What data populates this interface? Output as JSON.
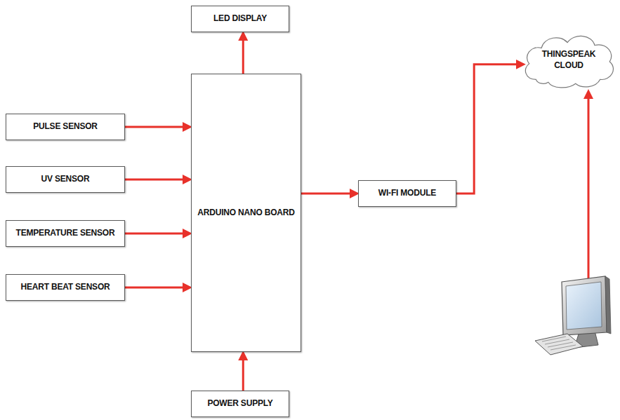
{
  "diagram": {
    "nodes": [
      {
        "text": [
          "LED DISPLAY"
        ]
      },
      {
        "text": [
          "PULSE SENSOR"
        ]
      },
      {
        "text": [
          "UV SENSOR"
        ]
      },
      {
        "text": [
          "TEMPERATURE SENSOR"
        ]
      },
      {
        "text": [
          "HEART BEAT SENSOR"
        ]
      },
      {
        "text": [
          "ARDUINO NANO BOARD"
        ]
      },
      {
        "text": [
          "WI-FI MODULE"
        ]
      },
      {
        "text": [
          "THINGSPEAK CLOUD"
        ]
      },
      {
        "text": [
          "POWER SUPPLY"
        ]
      }
    ],
    "edges": [
      {
        "from": 1,
        "to": 5,
        "arrow": "to"
      },
      {
        "from": 2,
        "to": 5,
        "arrow": "to"
      },
      {
        "from": 3,
        "to": 5,
        "arrow": "to"
      },
      {
        "from": 4,
        "to": 5,
        "arrow": "to"
      },
      {
        "from": 5,
        "to": 0,
        "arrow": "to"
      },
      {
        "from": 5,
        "to": 6,
        "arrow": "to"
      },
      {
        "from": 6,
        "to": 7,
        "arrow": "to"
      },
      {
        "from": 8,
        "to": 5,
        "arrow": "to"
      }
    ]
  }
}
